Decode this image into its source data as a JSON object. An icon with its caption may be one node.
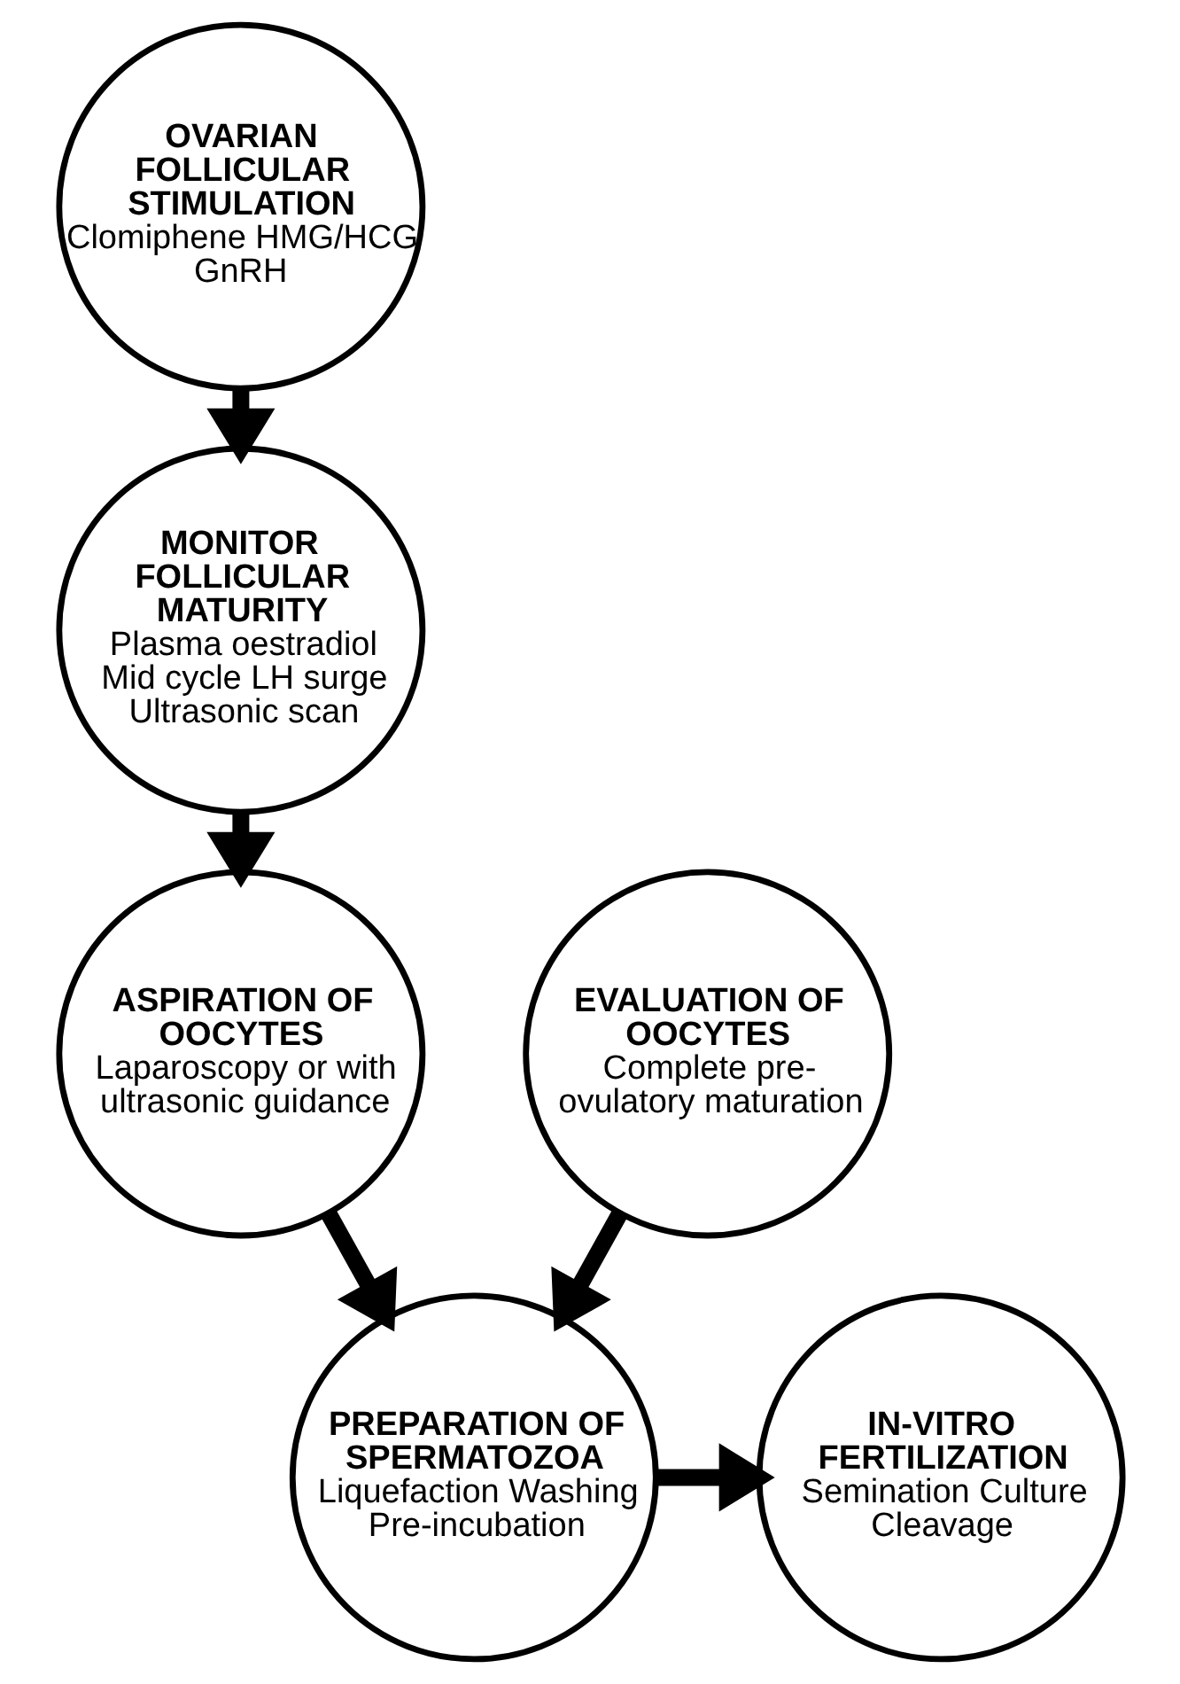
{
  "diagram": {
    "nodes": [
      {
        "text": [
          "OVARIAN FOLLICULAR STIMULATION",
          "Clomiphene HMG/HCG GnRH"
        ]
      },
      {
        "text": [
          "MONITOR FOLLICULAR MATURITY",
          "Plasma oestradiol Mid cycle LH surge Ultrasonic scan"
        ]
      },
      {
        "text": [
          "ASPIRATION OF OOCYTES",
          "Laparoscopy or with ultrasonic guidance"
        ]
      },
      {
        "text": [
          "EVALUATION OF OOCYTES",
          "Complete pre-ovulatory maturation"
        ]
      },
      {
        "text": [
          "PREPARATION OF SPERMATOZOA",
          "Liquefaction Washing Pre-incubation"
        ]
      },
      {
        "text": [
          "IN-VITRO FERTILIZATION",
          "Semination Culture Cleavage"
        ]
      }
    ],
    "edges": [
      {
        "from": 0,
        "to": 1,
        "arrow": "to"
      },
      {
        "from": 1,
        "to": 2,
        "arrow": "to"
      },
      {
        "from": 2,
        "to": 4,
        "arrow": "to"
      },
      {
        "from": 3,
        "to": 4,
        "arrow": "to"
      },
      {
        "from": 4,
        "to": 5,
        "arrow": "to"
      }
    ]
  }
}
